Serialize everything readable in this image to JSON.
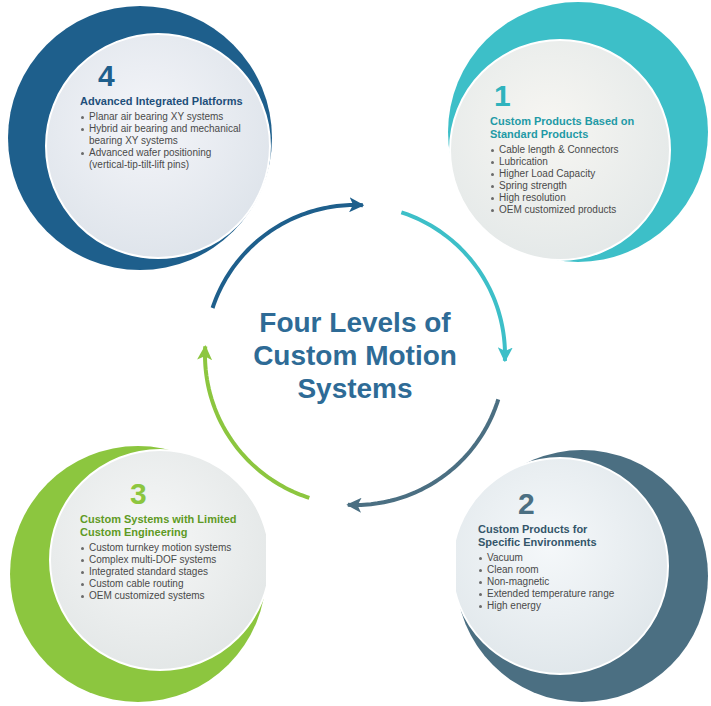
{
  "diagram": {
    "title": "Four Levels of Custom Motion Systems",
    "nodes": [
      {
        "text": [
          "1",
          "Custom Products Based on Standard Products",
          "Cable length & Connectors",
          "Lubrication",
          "Higher Load Capacity",
          "Spring strength",
          "High resolution",
          "OEM customized products"
        ]
      },
      {
        "text": [
          "2",
          "Custom Products for Specific Environments",
          "Vacuum",
          "Clean room",
          "Non-magnetic",
          "Extended temperature range",
          "High energy"
        ]
      },
      {
        "text": [
          "3",
          "Custom Systems with Limited Custom Engineering",
          "Custom turnkey motion systems",
          "Complex multi-DOF systems",
          "Integrated standard stages",
          "Custom cable routing",
          "OEM customized systems"
        ]
      },
      {
        "text": [
          "4",
          "Advanced Integrated Platforms",
          "Planar air bearing XY systems",
          "Hybrid air bearing and mechanical bearing XY systems",
          "Advanced wafer positioning (vertical-tip-tilt-lift pins)"
        ]
      }
    ],
    "edges": [
      {
        "from": 0,
        "to": 1,
        "arrow": "to"
      },
      {
        "from": 1,
        "to": 2,
        "arrow": "to"
      },
      {
        "from": 2,
        "to": 3,
        "arrow": "to"
      },
      {
        "from": 3,
        "to": 0,
        "arrow": "to"
      }
    ]
  }
}
